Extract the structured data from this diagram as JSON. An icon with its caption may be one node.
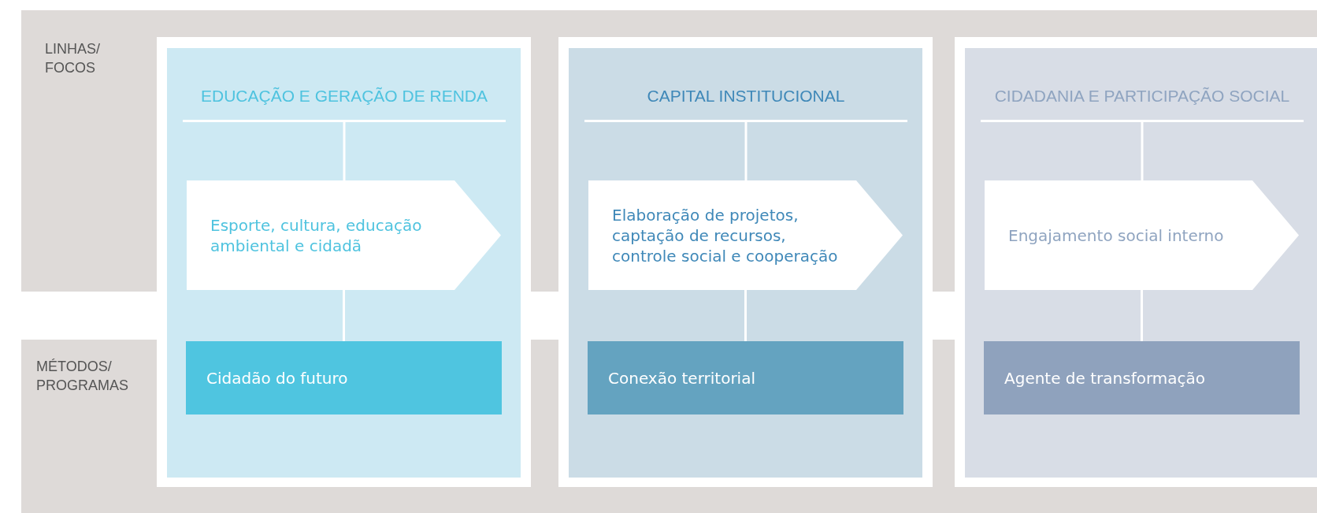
{
  "diagram": {
    "nodes": [
      {
        "text": [],
        "shape": "box"
      },
      {
        "text": [
          "EDUCAÇÃO E GERAÇÃO DE RENDA"
        ],
        "in": 0
      },
      {
        "text": [
          "Esporte, cultura, educação ambiental e cidadã"
        ],
        "in": 0
      },
      {
        "text": [
          "Cidadão do futuro"
        ],
        "in": 0
      },
      {
        "text": [],
        "shape": "box"
      },
      {
        "text": [
          "CAPITAL INSTITUCIONAL"
        ],
        "in": 4
      },
      {
        "text": [
          "Elaboração de projetos, captação de recursos, controle social e cooperação"
        ],
        "in": 4
      },
      {
        "text": [
          "Conexão territorial"
        ],
        "in": 4
      },
      {
        "text": [],
        "shape": "box"
      },
      {
        "text": [
          "CIDADANIA E PARTICIPAÇÃO SOCIAL"
        ],
        "in": 8
      },
      {
        "text": [
          "Engajamento social interno"
        ],
        "in": 8
      },
      {
        "text": [
          "Agente de transformação"
        ],
        "in": 8
      }
    ],
    "edges": [
      {
        "from": 1,
        "to": 2,
        "arrow": "none"
      },
      {
        "from": 2,
        "to": 3,
        "arrow": "none"
      },
      {
        "from": 5,
        "to": 6,
        "arrow": "none"
      },
      {
        "from": 6,
        "to": 7,
        "arrow": "none"
      },
      {
        "from": 9,
        "to": 10,
        "arrow": "none"
      },
      {
        "from": 10,
        "to": 11,
        "arrow": "none"
      }
    ],
    "labels": [
      "LINHAS/ FOCOS",
      "MÉTODOS/ PROGRAMAS"
    ]
  }
}
